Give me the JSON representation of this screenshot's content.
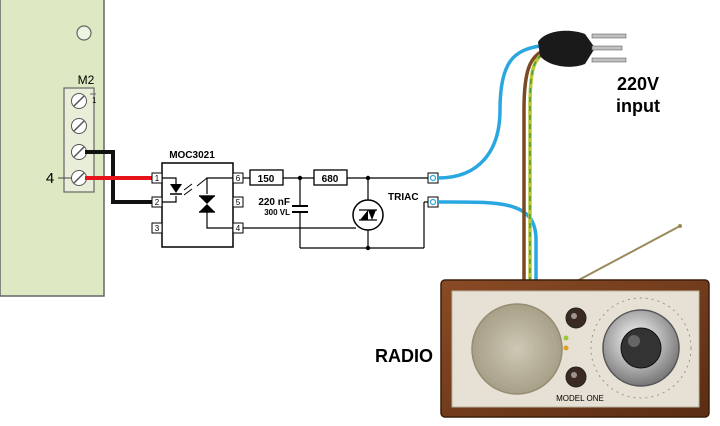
{
  "board": {
    "connector_label": "M2",
    "pin_label": "4"
  },
  "optocoupler": {
    "name": "MOC3021",
    "pins": [
      "1",
      "2",
      "3",
      "4",
      "5",
      "6"
    ]
  },
  "resistors": [
    {
      "value": "150"
    },
    {
      "value": "680"
    }
  ],
  "capacitor": {
    "value": "220 nF",
    "voltage": "300 VL"
  },
  "triac": {
    "label": "TRIAC"
  },
  "power": {
    "voltage": "220V",
    "caption": "input"
  },
  "radio": {
    "label": "RADIO",
    "model": "MODEL ONE"
  },
  "colors": {
    "board": "#dce9c3",
    "red_wire": "#e8121b",
    "blue_wire": "#2aa7e0",
    "brown_wire": "#7a4a24",
    "yellow_green_wire": "#b9c733",
    "radio_wood": "#6e3a1c",
    "radio_panel": "#e6e1d4"
  }
}
